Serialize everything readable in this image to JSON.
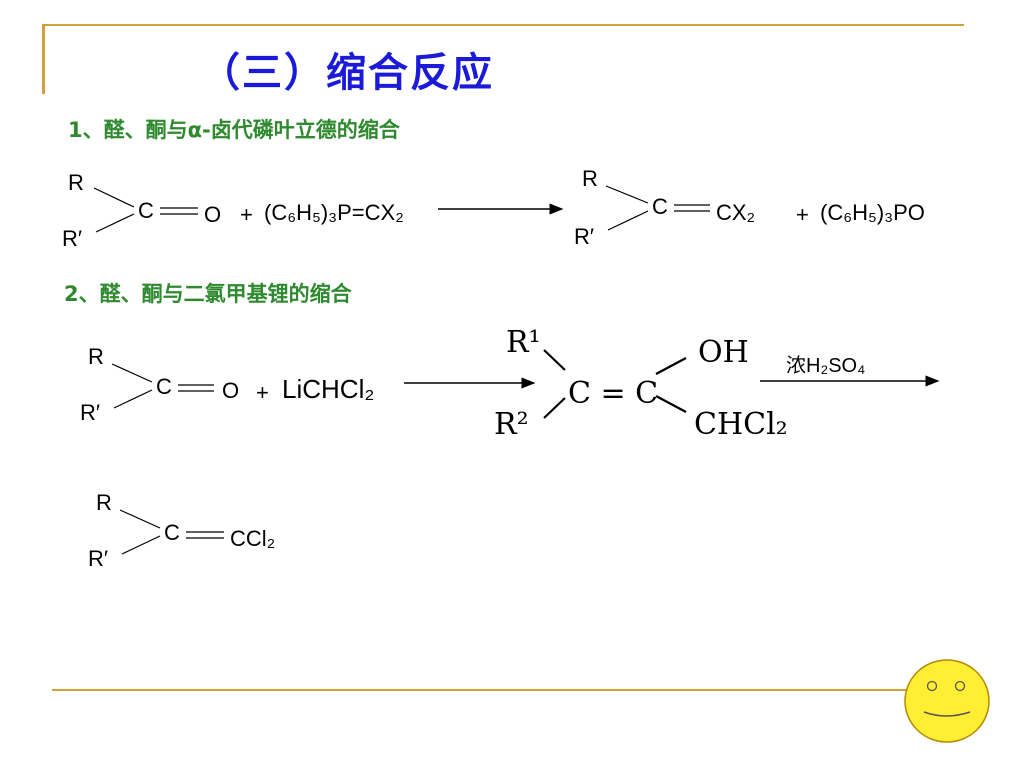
{
  "slide": {
    "title": "（三）缩合反应",
    "section1": "1、醛、酮与α-卤代磷叶立德的缩合",
    "section2": "2、醛、酮与二氯甲基锂的缩合"
  },
  "reaction1": {
    "r": "R",
    "r_prime": "R′",
    "c": "C",
    "o": "O",
    "plus1": "+",
    "reagent": "(C₆H₅)₃P=CX₂",
    "product_cx2": "CX₂",
    "plus2": "+",
    "byproduct": "(C₆H₅)₃PO"
  },
  "reaction2": {
    "r": "R",
    "r_prime": "R′",
    "c": "C",
    "o": "O",
    "plus": "+",
    "reagent": "LiCHCl₂",
    "r1": "R¹",
    "r2": "R²",
    "alkene": "C = C",
    "oh": "OH",
    "chcl2": "CHCl₂",
    "condition": "浓H₂SO₄"
  },
  "product": {
    "r": "R",
    "r_prime": "R′",
    "c": "C",
    "ccl2": "CCl₂"
  },
  "colors": {
    "title": "#1a1ad8",
    "heading": "#2f8a2f",
    "frame": "#d4a23a",
    "smiley_fill": "#ffee33"
  },
  "icons": {
    "smiley": "smiley-face-icon"
  }
}
